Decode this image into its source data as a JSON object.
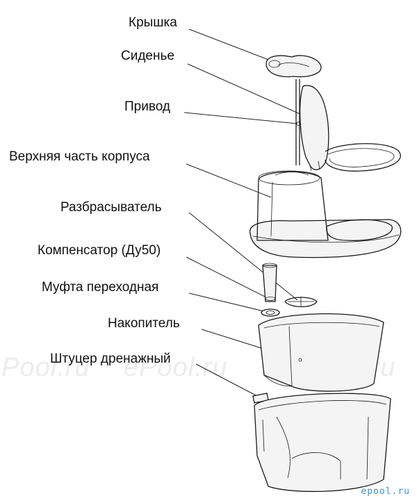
{
  "labels": {
    "lid": "Крышка",
    "seat": "Сиденье",
    "drive": "Привод",
    "upper_body": "Верхняя часть корпуса",
    "spreader": "Разбрасыватель",
    "compensator": "Компенсатор (Ду50)",
    "coupling": "Муфта переходная",
    "tank": "Накопитель",
    "drain_fitting": "Штуцер дренажный"
  },
  "watermark": "ePool.ru",
  "logo": "epool.ru"
}
